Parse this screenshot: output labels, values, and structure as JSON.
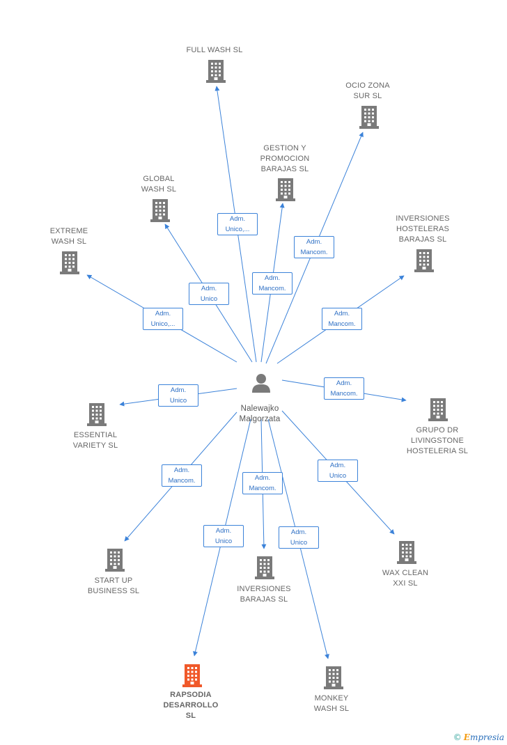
{
  "colors": {
    "edge": "#3b82d9",
    "building": "#7a7a7a",
    "building_highlight": "#f0592a",
    "person": "#7a7a7a",
    "label": "#666666"
  },
  "center": {
    "name": "Nalewajko\nMalgorzata",
    "icon": "person-icon"
  },
  "companies": [
    {
      "id": "full-wash",
      "name": "FULL WASH  SL",
      "role": "Adm.\nUnico,...",
      "icon": "building-icon",
      "highlight": false
    },
    {
      "id": "ocio-zona-sur",
      "name": "OCIO ZONA\nSUR  SL",
      "role": "Adm.\nMancom.",
      "icon": "building-icon",
      "highlight": false
    },
    {
      "id": "gestion-promocion-barajas",
      "name": "GESTION Y\nPROMOCION\nBARAJAS SL",
      "role": "Adm.\nMancom.",
      "icon": "building-icon",
      "highlight": false
    },
    {
      "id": "global-wash",
      "name": "GLOBAL\nWASH  SL",
      "role": "Adm.\nUnico",
      "icon": "building-icon",
      "highlight": false
    },
    {
      "id": "extreme-wash",
      "name": "EXTREME\nWASH  SL",
      "role": "Adm.\nUnico,...",
      "icon": "building-icon",
      "highlight": false
    },
    {
      "id": "inversiones-hosteleras-barajas",
      "name": "INVERSIONES\nHOSTELERAS\nBARAJAS  SL",
      "role": "Adm.\nMancom.",
      "icon": "building-icon",
      "highlight": false
    },
    {
      "id": "essential-variety",
      "name": "ESSENTIAL\nVARIETY  SL",
      "role": "Adm.\nUnico",
      "icon": "building-icon",
      "highlight": false
    },
    {
      "id": "grupo-dr-livingstone",
      "name": "GRUPO DR\nLIVINGSTONE\nHOSTELERIA SL",
      "role": "Adm.\nMancom.",
      "icon": "building-icon",
      "highlight": false
    },
    {
      "id": "start-up-business",
      "name": "START UP\nBUSINESS  SL",
      "role": "Adm.\nMancom.",
      "icon": "building-icon",
      "highlight": false
    },
    {
      "id": "inversiones-barajas",
      "name": "INVERSIONES\nBARAJAS SL",
      "role": "Adm.\nMancom.",
      "icon": "building-icon",
      "highlight": false
    },
    {
      "id": "wax-clean-xxi",
      "name": "WAX CLEAN\nXXI  SL",
      "role": "Adm.\nUnico",
      "icon": "building-icon",
      "highlight": false
    },
    {
      "id": "rapsodia-desarrollo",
      "name": "RAPSODIA\nDESARROLLO\nSL",
      "role": "Adm.\nUnico",
      "icon": "building-icon",
      "highlight": true
    },
    {
      "id": "monkey-wash",
      "name": "MONKEY\nWASH  SL",
      "role": "Adm.\nUnico",
      "icon": "building-icon",
      "highlight": false
    }
  ],
  "credit": {
    "copyright": "©",
    "brand_initial": "E",
    "brand_rest": "mpresia"
  }
}
